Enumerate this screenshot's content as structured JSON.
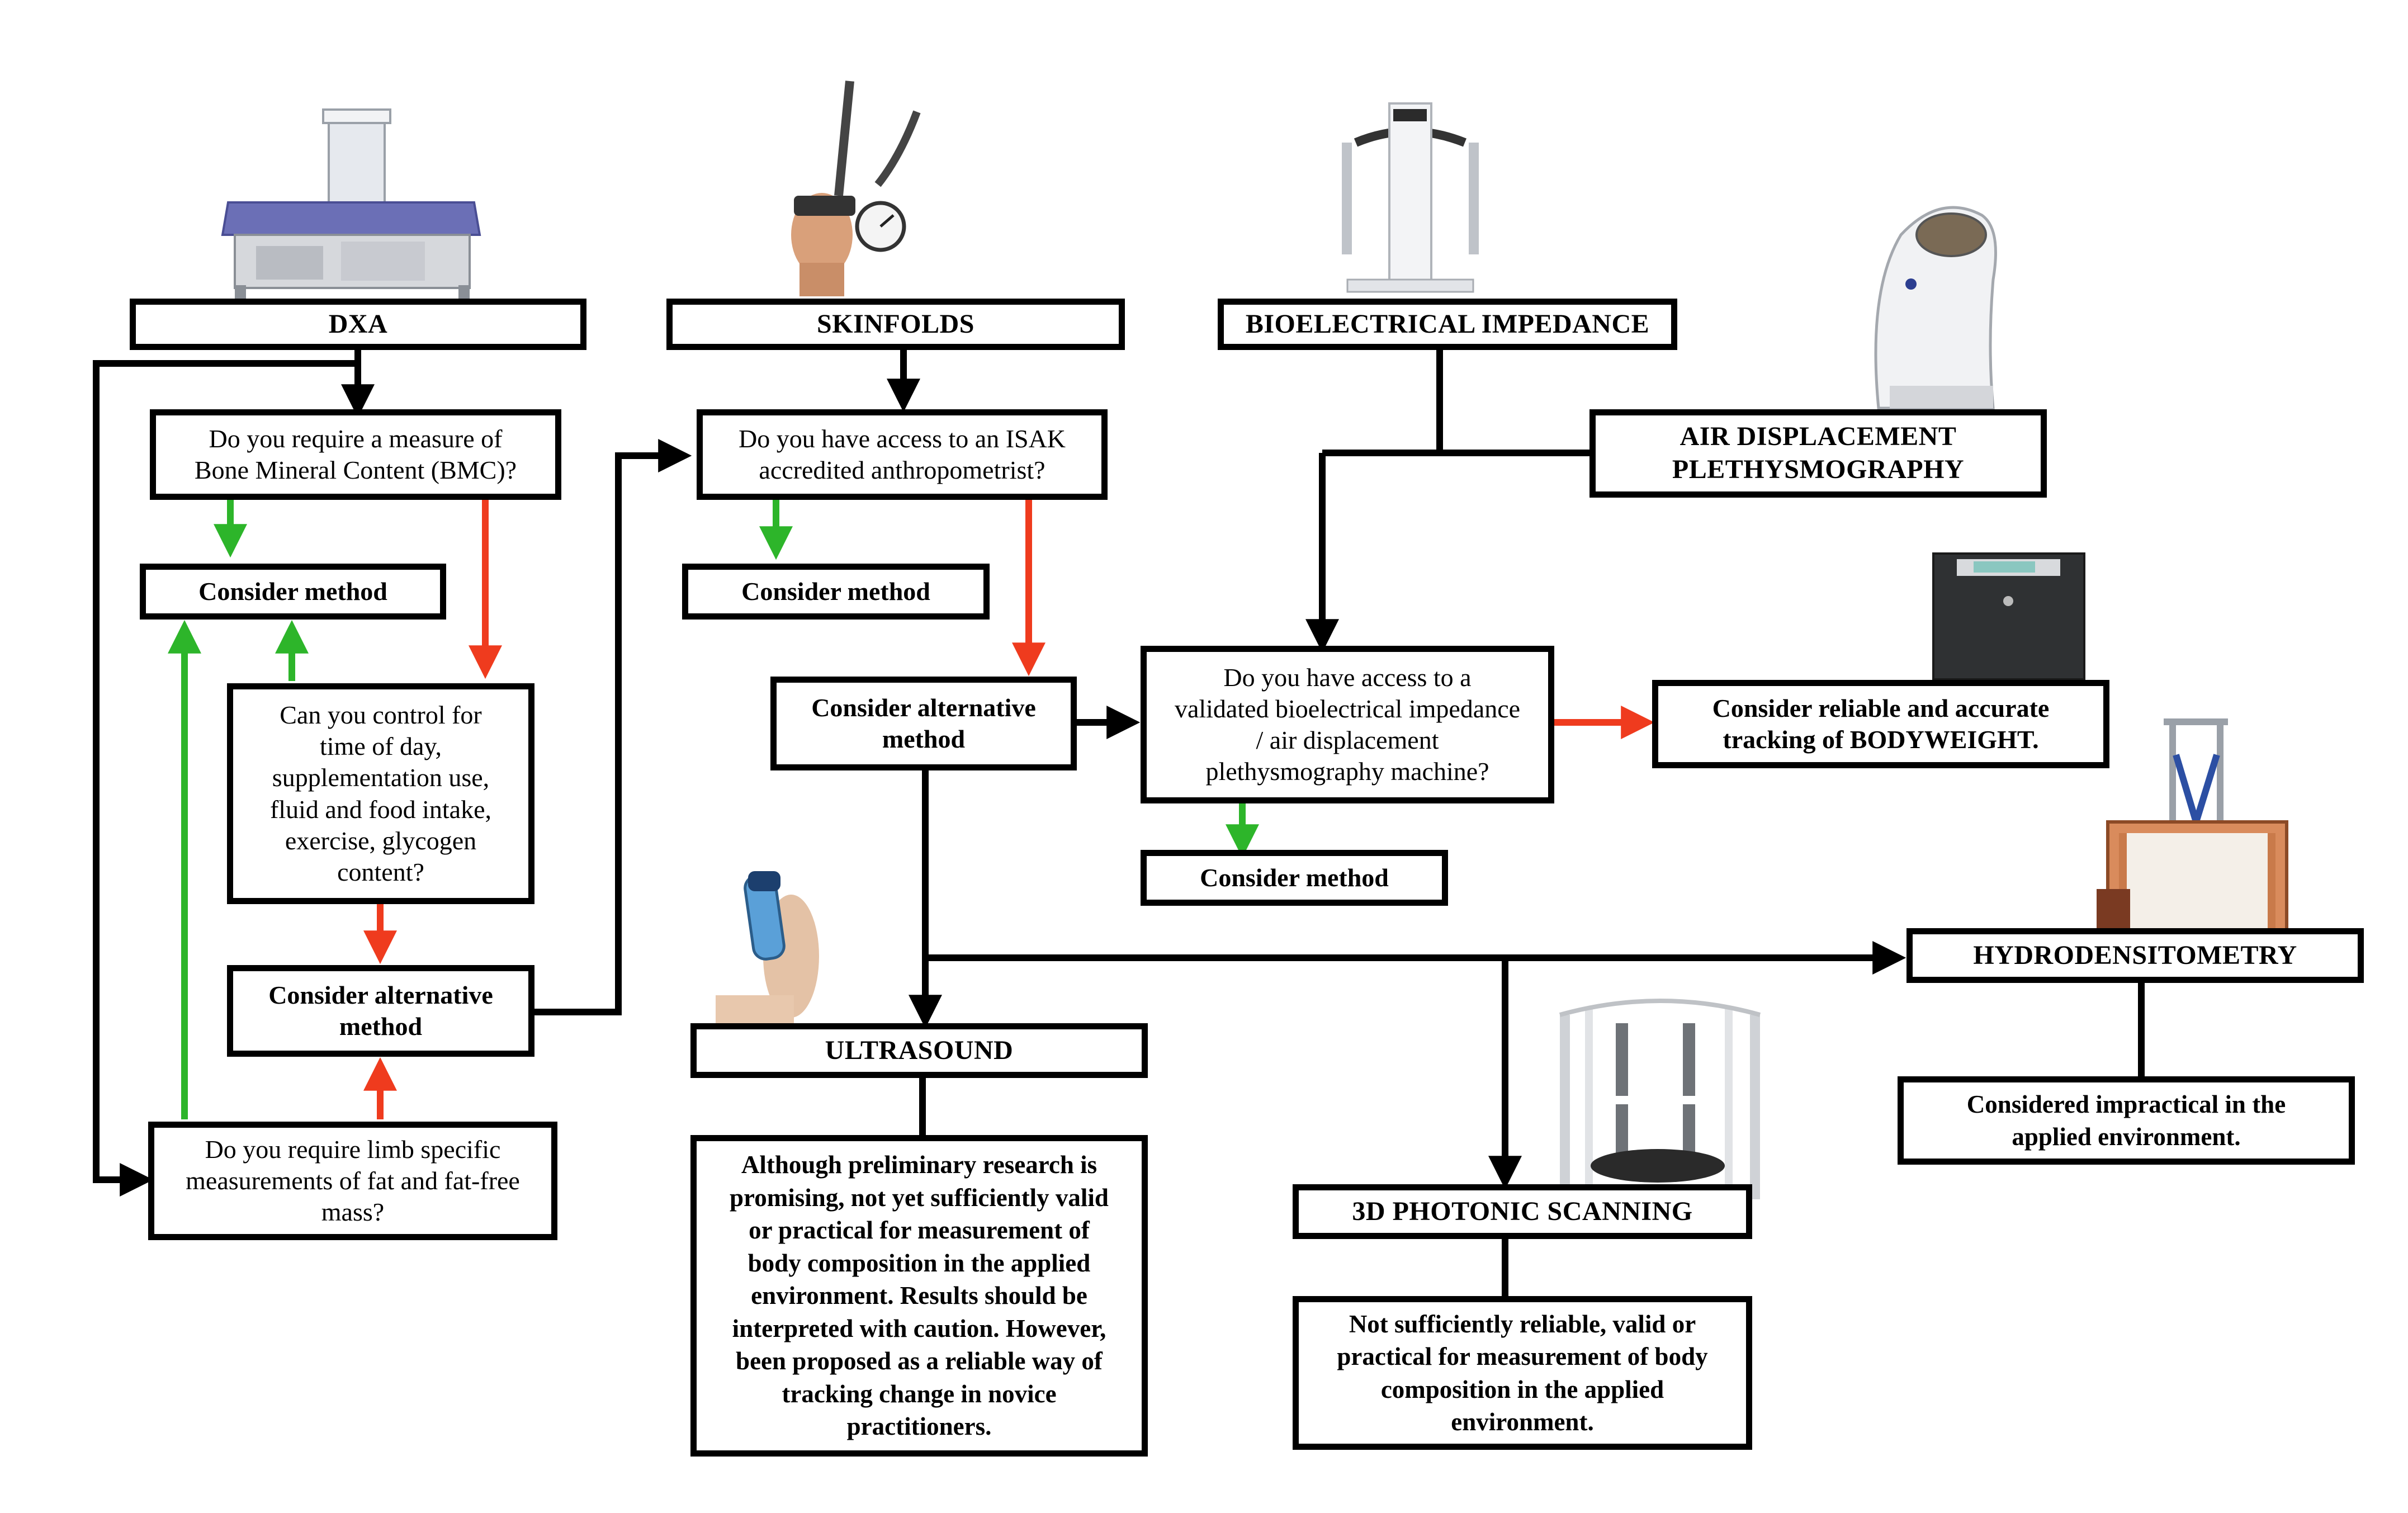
{
  "colors": {
    "yes": "#2db52a",
    "no": "#ef3b1e",
    "line": "#000000"
  },
  "methods": {
    "dxa": "DXA",
    "skinfolds": "SKINFOLDS",
    "bia": "BIOELECTRICAL IMPEDANCE",
    "adp": "AIR DISPLACEMENT\nPLETHYSMOGRAPHY",
    "ultrasound": "ULTRASOUND",
    "hydro": "HYDRODENSITOMETRY",
    "photonic": "3D PHOTONIC SCANNING"
  },
  "questions": {
    "bmc": "Do you require a measure of\nBone Mineral Content (BMC)?",
    "control": "Can you control for\ntime of day,\nsupplementation use,\nfluid and food intake,\nexercise, glycogen\ncontent?",
    "limb": "Do you require limb specific\nmeasurements of fat and fat-free\nmass?",
    "isak": "Do you have access to an ISAK\naccredited anthropometrist?",
    "machine": "Do you have access to a\nvalidated bioelectrical impedance\n/ air displacement\nplethysmography machine?"
  },
  "outcomes": {
    "consider_dxa": "Consider method",
    "alt_dxa": "Consider alternative\nmethod",
    "consider_skin": "Consider method",
    "alt_skin": "Consider alternative\nmethod",
    "consider_bia": "Consider method",
    "bodyweight": "Consider reliable and accurate\ntracking of BODYWEIGHT."
  },
  "notes": {
    "ultrasound": "Although preliminary research is\npromising, not yet sufficiently valid\nor practical for measurement of\nbody composition in the applied\nenvironment. Results should be\ninterpreted with caution. However,\nbeen proposed as a reliable way of\ntracking change in novice\npractitioners.",
    "hydro": "Considered impractical in the\napplied environment.",
    "photonic": "Not sufficiently reliable, valid or\npractical for measurement of body\ncomposition in the applied\nenvironment."
  },
  "images": [
    "dxa-scanner-icon",
    "skinfold-caliper-icon",
    "bioimpedance-scale-icon",
    "air-displacement-pod-icon",
    "bodyweight-scale-icon",
    "hydrodensitometry-tank-icon",
    "ultrasound-probe-icon",
    "3d-body-scanner-icon"
  ]
}
